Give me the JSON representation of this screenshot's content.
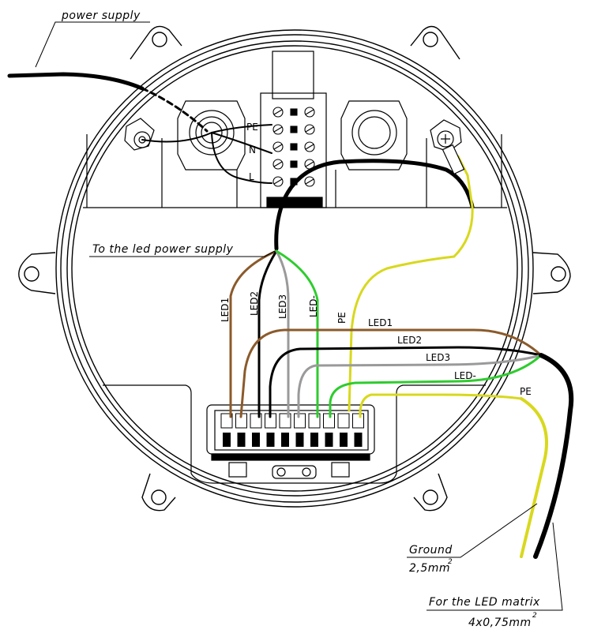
{
  "labels": {
    "power_supply": "power supply",
    "to_led_power_supply": "To the led power supply",
    "ground": "Ground",
    "ground_size": "2,5mm",
    "ground_size_sup": "2",
    "led_matrix": "For the LED matrix",
    "led_matrix_size": "4x0,75mm",
    "led_matrix_size_sup": "2"
  },
  "terminal_marks": {
    "pe": "PE",
    "n": "N",
    "l": "L"
  },
  "vertical_wire_labels": [
    "LED1",
    "LED2",
    "LED3",
    "LED-",
    "PE"
  ],
  "cable_wire_labels": [
    "LED1",
    "LED2",
    "LED3",
    "LED-",
    "PE"
  ],
  "colors": {
    "brown": "#8B5A2B",
    "black": "#000000",
    "gray": "#9a9a9a",
    "green": "#2ecc2e",
    "yellow": "#d8d81e"
  }
}
